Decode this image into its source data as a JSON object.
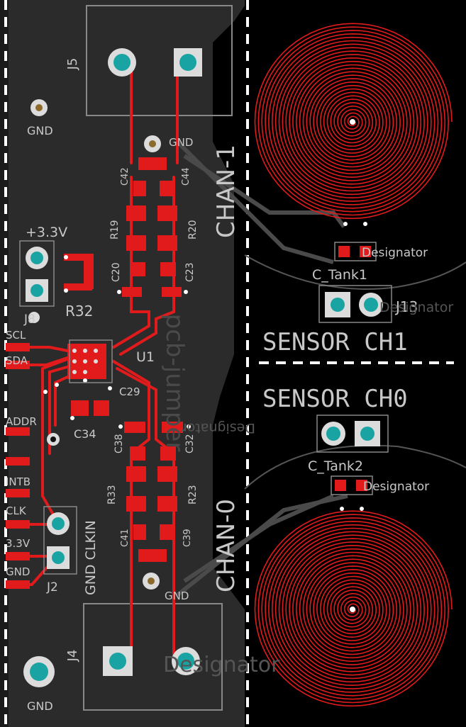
{
  "colors": {
    "background": "#000000",
    "board_region": "#2b2b2b",
    "copper": "#e11b1b",
    "copper_dark": "#9b1010",
    "silkscreen": "#c8c8c8",
    "pad_teal": "#1aa3a3",
    "pad_ring": "#dcdcdc",
    "via_gold": "#8b6a2a",
    "trace_gray": "#4a4a4a"
  },
  "connectors": {
    "j5": "J5",
    "j4": "J4",
    "j8": "J8",
    "j2": "J2",
    "j13": "J13"
  },
  "labels": {
    "gnd_top_left": "GND",
    "gnd_top_mid": "GND",
    "gnd_bottom_left": "GND",
    "gnd_bottom_mid": "GND",
    "plus_3v3": "+3.3V",
    "scl": "SCL",
    "sda": "SDA",
    "addr": "ADDR",
    "intb": "INTB",
    "clk": "CLK",
    "three_v3": "3.3V",
    "gnd_j2": "GND",
    "gnd_clkin": "GND CLKIN",
    "chan1": "CHAN-1",
    "chan0": "CHAN-0",
    "sensor_ch1": "SENSOR CH1",
    "sensor_ch0": "SENSOR CH0",
    "c_tank1": "C_Tank1",
    "c_tank2": "C_Tank2",
    "designator_1": "Designator",
    "designator_2": "Designator",
    "designator_3": "Designator",
    "designator_4": "Designator",
    "designator_5": "Designator",
    "pcb_jumper": "pcb-jumper"
  },
  "components": {
    "c42": "C42",
    "c44": "C44",
    "r19": "R19",
    "r20": "R20",
    "c20": "C20",
    "c23": "C23",
    "r32": "R32",
    "u1": "U1",
    "c29": "C29",
    "c34": "C34",
    "c38": "C38",
    "c32": "C32",
    "r33": "R33",
    "r23": "R23",
    "c41": "C41",
    "c39": "C39"
  }
}
